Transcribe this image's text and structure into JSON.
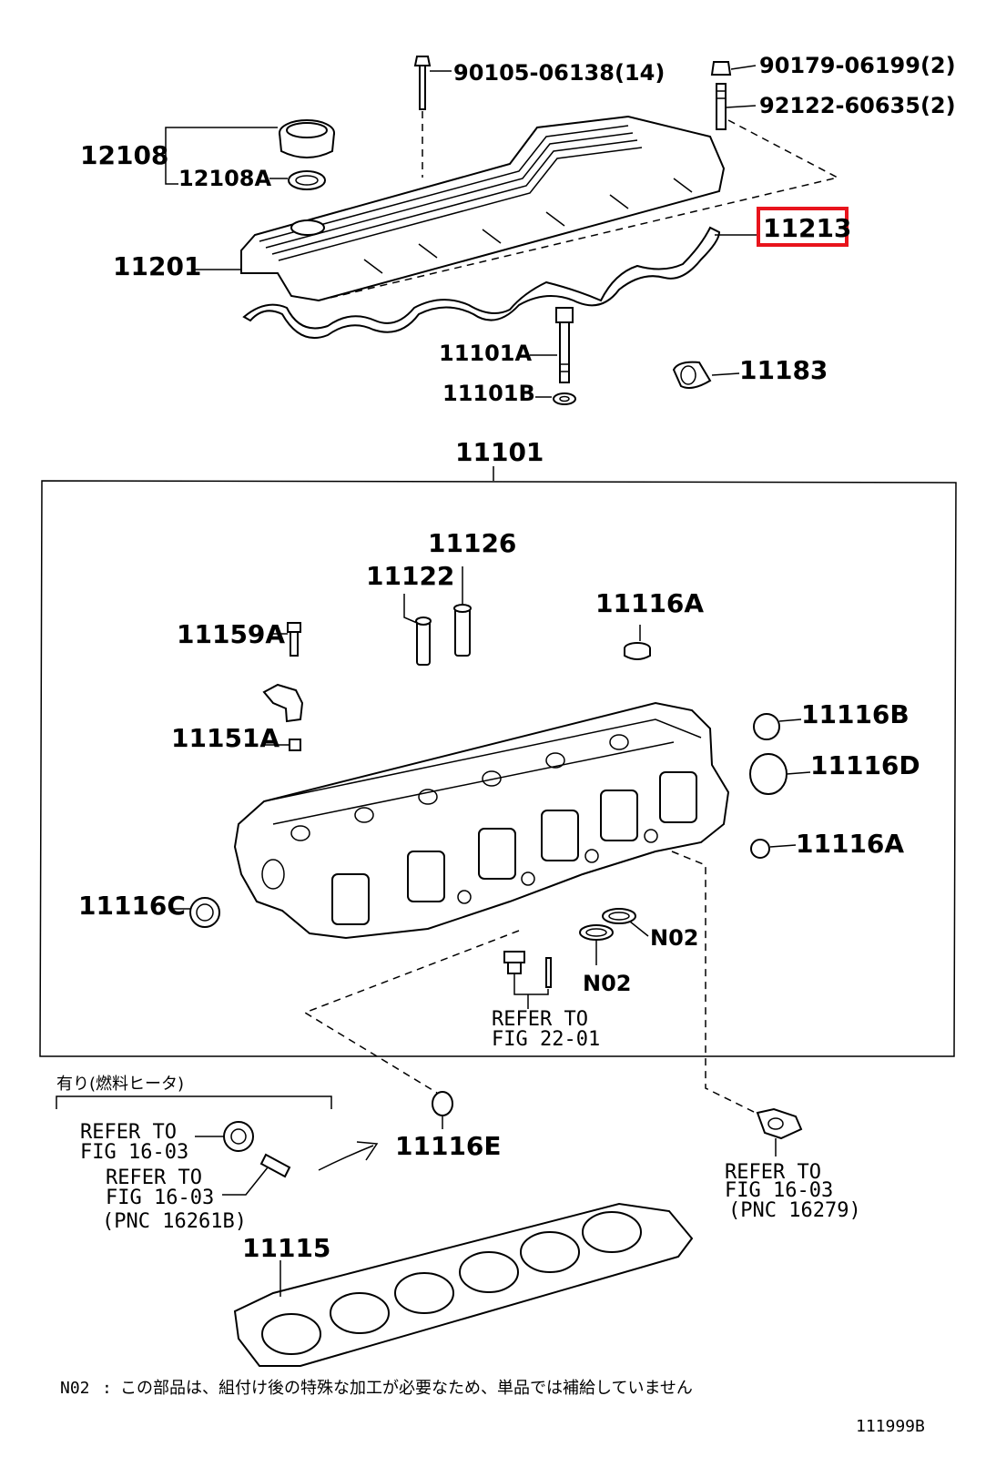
{
  "parts": {
    "p90105": "90105-06138(14)",
    "p90179": "90179-06199(2)",
    "p92122": "92122-60635(2)",
    "p12108": "12108",
    "p12108A": "12108A",
    "p11213": "11213",
    "p11201": "11201",
    "p11101A": "11101A",
    "p11101B": "11101B",
    "p11183": "11183",
    "p11101": "11101",
    "p11126": "11126",
    "p11122": "11122",
    "p11116A_top": "11116A",
    "p11159A": "11159A",
    "p11116B": "11116B",
    "p11151A": "11151A",
    "p11116D": "11116D",
    "p11116A_right": "11116A",
    "p11116C": "11116C",
    "pN02_right": "N02",
    "pN02_bottom": "N02",
    "p11116E": "11116E",
    "p11115": "11115"
  },
  "refs": {
    "r22_line1": "REFER TO",
    "r22_line2": "FIG 22-01",
    "r16a_line1": "REFER TO",
    "r16a_line2": "FIG 16-03",
    "r16b_line1": "REFER TO",
    "r16b_line2": "FIG 16-03",
    "r16b_line3": "(PNC 16261B)",
    "r16c_line1": "REFER TO",
    "r16c_line2": "FIG 16-03",
    "r16c_line3": "(PNC 16279)"
  },
  "notes": {
    "heater_option": "有り(燃料ヒータ)",
    "footnote_code": "N02",
    "footnote_sep": ":",
    "footnote_text": "この部品は、組付け後の特殊な加工が必要なため、単品では補給していません",
    "figure_id": "111999B"
  },
  "highlight": {
    "target_part": "11213",
    "color": "#e8141c"
  }
}
